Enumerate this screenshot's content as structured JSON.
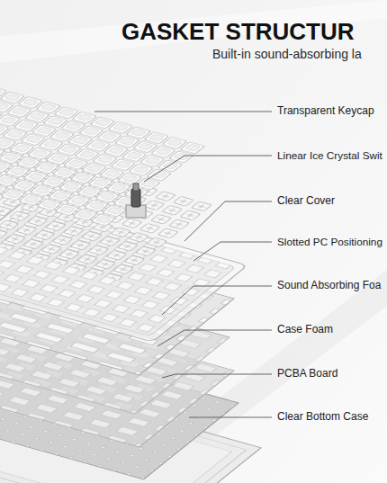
{
  "diagram": {
    "title": "GASKET STRUCTUR",
    "labels": [
      "Built-in sound-absorbing la",
      "Transparent Keycap",
      "Linear Ice Crystal Swit",
      "Clear Cover",
      "Slotted PC Positioning",
      "Sound Absorbing Foa",
      "Case Foam",
      "PCBA Board",
      "Clear Bottom Case"
    ]
  }
}
